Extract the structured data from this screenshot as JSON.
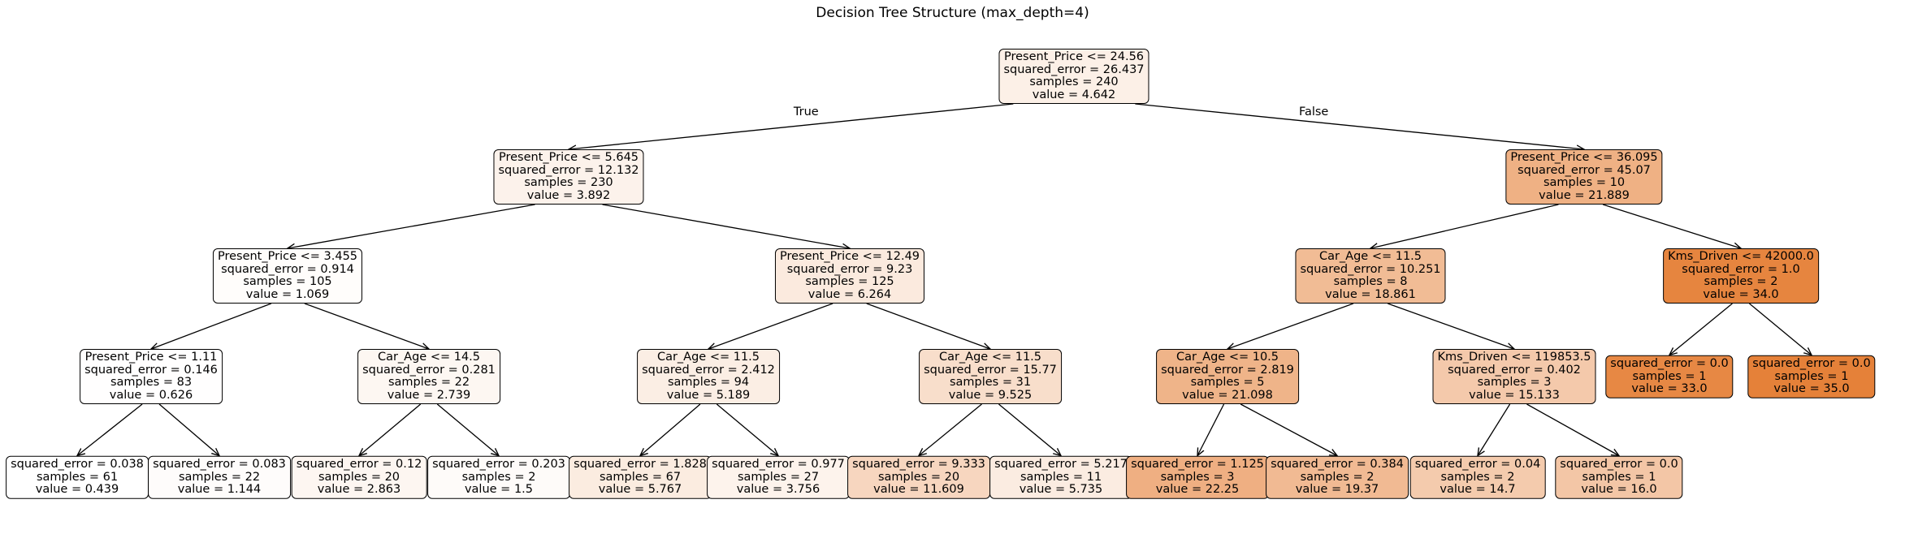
{
  "title": "Decision Tree Structure (max_depth=4)",
  "edge_labels": {
    "true": "True",
    "false": "False"
  },
  "value_range": [
    0.439,
    35.0
  ],
  "colors": {
    "low": "#ffffff",
    "high": "#e58139"
  },
  "nodes": [
    {
      "id": 0,
      "lines": [
        "Present_Price <= 24.56",
        "squared_error = 26.437",
        "samples = 240",
        "value = 4.642"
      ],
      "value": 4.642
    },
    {
      "id": 1,
      "lines": [
        "Present_Price <= 5.645",
        "squared_error = 12.132",
        "samples = 230",
        "value = 3.892"
      ],
      "value": 3.892
    },
    {
      "id": 2,
      "lines": [
        "Present_Price <= 36.095",
        "squared_error = 45.07",
        "samples = 10",
        "value = 21.889"
      ],
      "value": 21.889
    },
    {
      "id": 3,
      "lines": [
        "Present_Price <= 3.455",
        "squared_error = 0.914",
        "samples = 105",
        "value = 1.069"
      ],
      "value": 1.069
    },
    {
      "id": 4,
      "lines": [
        "Present_Price <= 12.49",
        "squared_error = 9.23",
        "samples = 125",
        "value = 6.264"
      ],
      "value": 6.264
    },
    {
      "id": 5,
      "lines": [
        "Car_Age <= 11.5",
        "squared_error = 10.251",
        "samples = 8",
        "value = 18.861"
      ],
      "value": 18.861
    },
    {
      "id": 6,
      "lines": [
        "Kms_Driven <= 42000.0",
        "squared_error = 1.0",
        "samples = 2",
        "value = 34.0"
      ],
      "value": 34.0
    },
    {
      "id": 7,
      "lines": [
        "Present_Price <= 1.11",
        "squared_error = 0.146",
        "samples = 83",
        "value = 0.626"
      ],
      "value": 0.626
    },
    {
      "id": 8,
      "lines": [
        "Car_Age <= 14.5",
        "squared_error = 0.281",
        "samples = 22",
        "value = 2.739"
      ],
      "value": 2.739
    },
    {
      "id": 9,
      "lines": [
        "Car_Age <= 11.5",
        "squared_error = 2.412",
        "samples = 94",
        "value = 5.189"
      ],
      "value": 5.189
    },
    {
      "id": 10,
      "lines": [
        "Car_Age <= 11.5",
        "squared_error = 15.77",
        "samples = 31",
        "value = 9.525"
      ],
      "value": 9.525
    },
    {
      "id": 11,
      "lines": [
        "Car_Age <= 10.5",
        "squared_error = 2.819",
        "samples = 5",
        "value = 21.098"
      ],
      "value": 21.098
    },
    {
      "id": 12,
      "lines": [
        "Kms_Driven <= 119853.5",
        "squared_error = 0.402",
        "samples = 3",
        "value = 15.133"
      ],
      "value": 15.133
    },
    {
      "id": 13,
      "lines": [
        "squared_error = 0.0",
        "samples = 1",
        "value = 33.0"
      ],
      "value": 33.0
    },
    {
      "id": 14,
      "lines": [
        "squared_error = 0.0",
        "samples = 1",
        "value = 35.0"
      ],
      "value": 35.0
    },
    {
      "id": 15,
      "lines": [
        "squared_error = 0.038",
        "samples = 61",
        "value = 0.439"
      ],
      "value": 0.439
    },
    {
      "id": 16,
      "lines": [
        "squared_error = 0.083",
        "samples = 22",
        "value = 1.144"
      ],
      "value": 1.144
    },
    {
      "id": 17,
      "lines": [
        "squared_error = 0.12",
        "samples = 20",
        "value = 2.863"
      ],
      "value": 2.863
    },
    {
      "id": 18,
      "lines": [
        "squared_error = 0.203",
        "samples = 2",
        "value = 1.5"
      ],
      "value": 1.5
    },
    {
      "id": 19,
      "lines": [
        "squared_error = 1.828",
        "samples = 67",
        "value = 5.767"
      ],
      "value": 5.767
    },
    {
      "id": 20,
      "lines": [
        "squared_error = 0.977",
        "samples = 27",
        "value = 3.756"
      ],
      "value": 3.756
    },
    {
      "id": 21,
      "lines": [
        "squared_error = 9.333",
        "samples = 20",
        "value = 11.609"
      ],
      "value": 11.609
    },
    {
      "id": 22,
      "lines": [
        "squared_error = 5.217",
        "samples = 11",
        "value = 5.735"
      ],
      "value": 5.735
    },
    {
      "id": 23,
      "lines": [
        "squared_error = 1.125",
        "samples = 3",
        "value = 22.25"
      ],
      "value": 22.25
    },
    {
      "id": 24,
      "lines": [
        "squared_error = 0.384",
        "samples = 2",
        "value = 19.37"
      ],
      "value": 19.37
    },
    {
      "id": 25,
      "lines": [
        "squared_error = 0.04",
        "samples = 2",
        "value = 14.7"
      ],
      "value": 14.7
    },
    {
      "id": 26,
      "lines": [
        "squared_error = 0.0",
        "samples = 1",
        "value = 16.0"
      ],
      "value": 16.0
    }
  ],
  "edges": [
    [
      0,
      1
    ],
    [
      0,
      2
    ],
    [
      1,
      3
    ],
    [
      1,
      4
    ],
    [
      2,
      5
    ],
    [
      2,
      6
    ],
    [
      3,
      7
    ],
    [
      3,
      8
    ],
    [
      4,
      9
    ],
    [
      4,
      10
    ],
    [
      5,
      11
    ],
    [
      5,
      12
    ],
    [
      6,
      13
    ],
    [
      6,
      14
    ],
    [
      7,
      15
    ],
    [
      7,
      16
    ],
    [
      8,
      17
    ],
    [
      8,
      18
    ],
    [
      9,
      19
    ],
    [
      9,
      20
    ],
    [
      10,
      21
    ],
    [
      10,
      22
    ],
    [
      11,
      23
    ],
    [
      11,
      24
    ],
    [
      12,
      25
    ],
    [
      12,
      26
    ]
  ]
}
